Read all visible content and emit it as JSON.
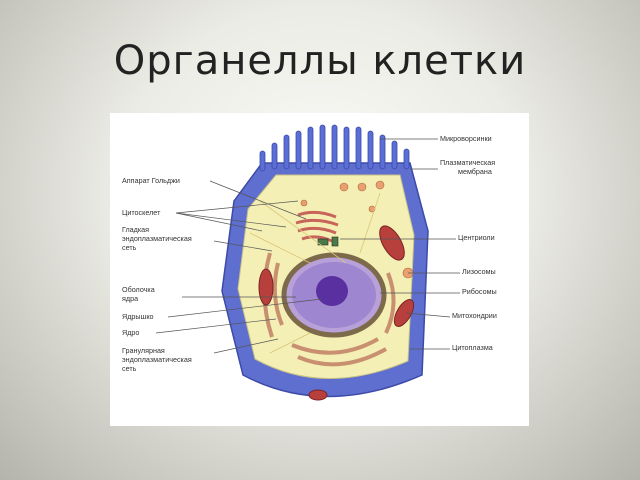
{
  "slide": {
    "title": "Органеллы клетки"
  },
  "labels": {
    "microvilli": "Микроворсинки",
    "plasma_membrane_1": "Плазматическая",
    "plasma_membrane_2": "мембрана",
    "golgi": "Аппарат Гольджи",
    "cytoskeleton": "Цитоскелет",
    "smooth_er_1": "Гладкая",
    "smooth_er_2": "эндоплазматическая",
    "smooth_er_3": "сеть",
    "centrioles": "Центриоли",
    "lysosomes": "Лизосомы",
    "nuclear_envelope_1": "Оболочка",
    "nuclear_envelope_2": "ядра",
    "ribosomes": "Рибосомы",
    "nucleolus": "Ядрышко",
    "mitochondria": "Митохондрии",
    "nucleus": "Ядро",
    "cytoplasm": "Цитоплазма",
    "rough_er_1": "Гранулярная",
    "rough_er_2": "эндоплазматическая",
    "rough_er_3": "сеть"
  },
  "colors": {
    "membrane": "#5e6fd0",
    "cytoplasm": "#f4efb4",
    "nucleus": "#7e5fc0",
    "nucleolus": "#5a2f9f",
    "mitochondria": "#b8403c",
    "golgi": "#c8645a",
    "er": "#c89070",
    "microvilli": "#5a6ed6"
  }
}
